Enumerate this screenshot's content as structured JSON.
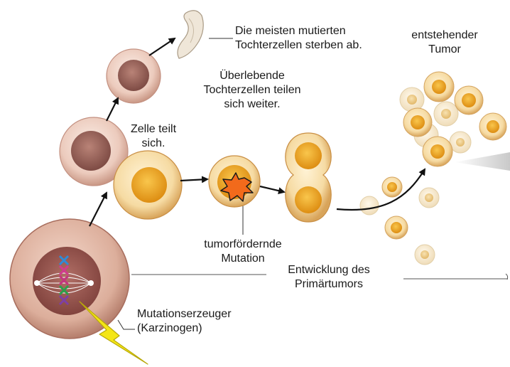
{
  "labels": {
    "dying_cells": "Die meisten mutierten\nTochterzellen sterben ab.",
    "emerging_tumor": "entstehender\nTumor",
    "surviving_cells": "Überlebende\nTochterzellen teilen\nsich weiter.",
    "cell_divides": "Zelle teilt\nsich.",
    "tumor_mutation": "tumorfördernde\nMutation",
    "primary_tumor": "Entwicklung des\nPrimärtumors",
    "mutagen": "Mutationserzeuger\n(Karzinogen)"
  },
  "colors": {
    "mutation_star": "#f26a1b",
    "lightning": "#f4e616",
    "arrow": "#111111",
    "tumor_cell": "#f0a92a",
    "normal_cell": "#e9c3b3"
  },
  "icons": {
    "mutagen": "lightning-bolt-icon",
    "mutation": "starburst-icon"
  }
}
